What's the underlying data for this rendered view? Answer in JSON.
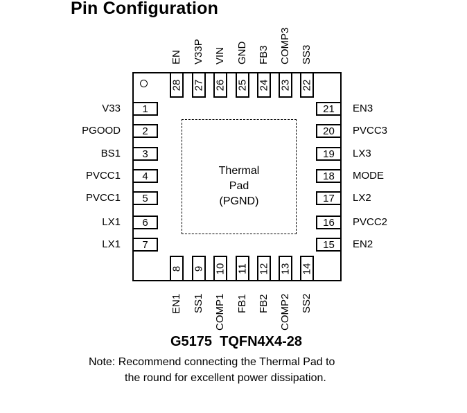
{
  "title": "Pin Configuration",
  "thermal_pad": [
    "Thermal",
    "Pad",
    "(PGND)"
  ],
  "pins": {
    "left": [
      {
        "num": "1",
        "name": "V33"
      },
      {
        "num": "2",
        "name": "PGOOD"
      },
      {
        "num": "3",
        "name": "BS1"
      },
      {
        "num": "4",
        "name": "PVCC1"
      },
      {
        "num": "5",
        "name": "PVCC1"
      },
      {
        "num": "6",
        "name": "LX1"
      },
      {
        "num": "7",
        "name": "LX1"
      }
    ],
    "right": [
      {
        "num": "21",
        "name": "EN3"
      },
      {
        "num": "20",
        "name": "PVCC3"
      },
      {
        "num": "19",
        "name": "LX3"
      },
      {
        "num": "18",
        "name": "MODE"
      },
      {
        "num": "17",
        "name": "LX2"
      },
      {
        "num": "16",
        "name": "PVCC2"
      },
      {
        "num": "15",
        "name": "EN2"
      }
    ],
    "top": [
      {
        "num": "28",
        "name": "EN"
      },
      {
        "num": "27",
        "name": "V33P"
      },
      {
        "num": "26",
        "name": "VIN"
      },
      {
        "num": "25",
        "name": "GND"
      },
      {
        "num": "24",
        "name": "FB3"
      },
      {
        "num": "23",
        "name": "COMP3"
      },
      {
        "num": "22",
        "name": "SS3"
      }
    ],
    "bottom": [
      {
        "num": "8",
        "name": "EN1"
      },
      {
        "num": "9",
        "name": "SS1"
      },
      {
        "num": "10",
        "name": "COMP1"
      },
      {
        "num": "11",
        "name": "FB1"
      },
      {
        "num": "12",
        "name": "FB2"
      },
      {
        "num": "13",
        "name": "COMP2"
      },
      {
        "num": "14",
        "name": "SS2"
      }
    ]
  },
  "package": "G5175  TQFN4X4-28",
  "note": {
    "line1": "Note: Recommend connecting the Thermal Pad to",
    "line2": "the round for excellent power dissipation."
  }
}
